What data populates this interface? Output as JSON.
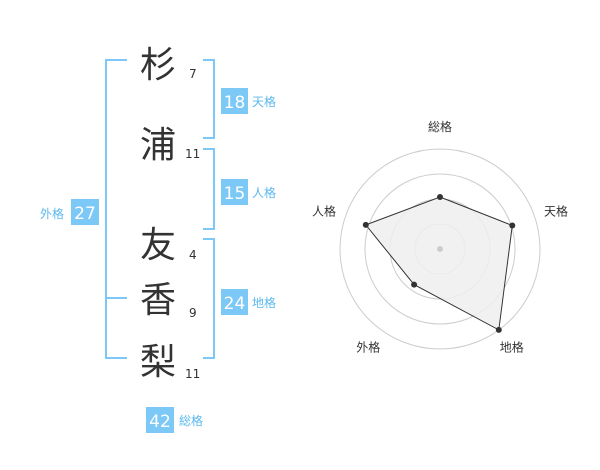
{
  "name": {
    "characters": [
      {
        "char": "杉",
        "strokes": "7"
      },
      {
        "char": "浦",
        "strokes": "11"
      },
      {
        "char": "友",
        "strokes": "4"
      },
      {
        "char": "香",
        "strokes": "9"
      },
      {
        "char": "梨",
        "strokes": "11"
      }
    ]
  },
  "fortune": {
    "tenkaku": {
      "value": "18",
      "label": "天格"
    },
    "jinkaku": {
      "value": "15",
      "label": "人格"
    },
    "chikaku": {
      "value": "24",
      "label": "地格"
    },
    "gaikaku": {
      "value": "27",
      "label": "外格"
    },
    "soukaku": {
      "value": "42",
      "label": "総格"
    }
  },
  "colors": {
    "accent": "#7cc8f6",
    "accent_text": "#5bb8ee",
    "radar_fill": "#eeeeee",
    "radar_line": "#333333",
    "radar_grid": "#cccccc"
  },
  "chart_data": {
    "type": "radar",
    "axes": [
      "総格",
      "天格",
      "地格",
      "外格",
      "人格"
    ],
    "values": [
      2.6,
      3.8,
      5.0,
      2.2,
      3.9
    ],
    "max": 5,
    "rings": 4,
    "center_dot": true
  }
}
